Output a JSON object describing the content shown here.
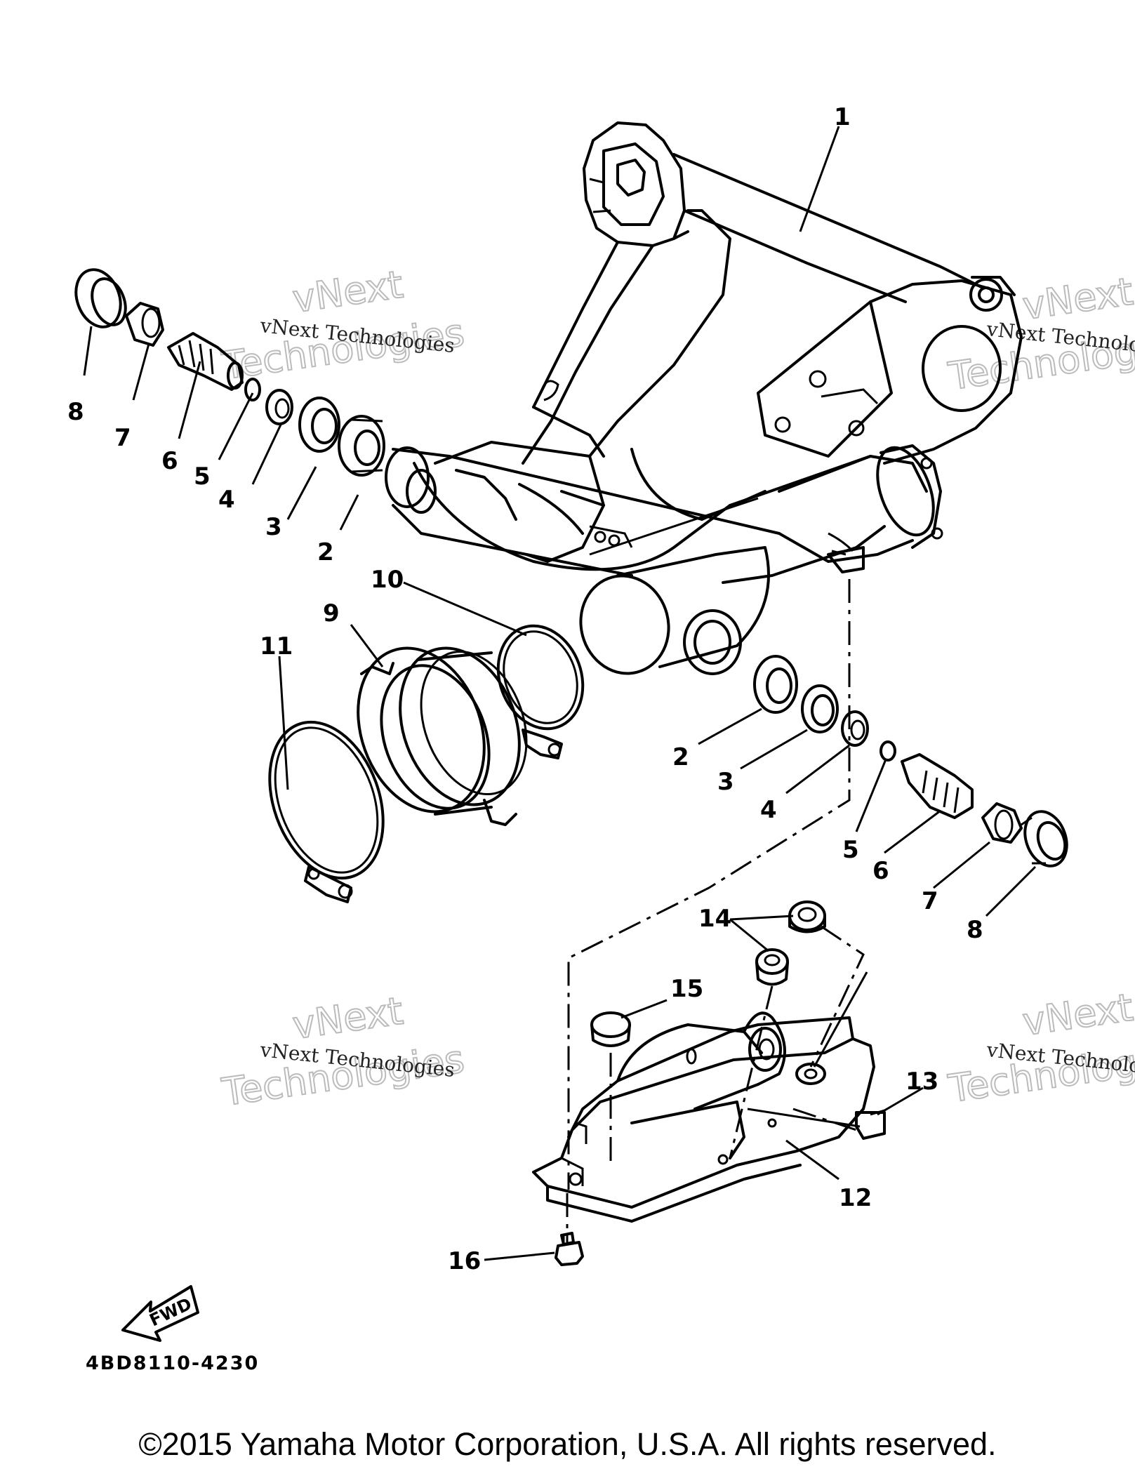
{
  "diagram": {
    "part_numbers": [
      "1",
      "2",
      "3",
      "4",
      "5",
      "6",
      "7",
      "8",
      "9",
      "10",
      "11",
      "12",
      "13",
      "14",
      "15",
      "16"
    ],
    "watermark_small": "vNext Technologies",
    "watermark_brand_top": "vNext",
    "watermark_brand_bottom": "Technologies",
    "fwd_label": "FWD",
    "drawing_code": "4BD8110-4230"
  },
  "footer": {
    "copyright": "©2015 Yamaha Motor Corporation, U.S.A. All rights reserved."
  }
}
